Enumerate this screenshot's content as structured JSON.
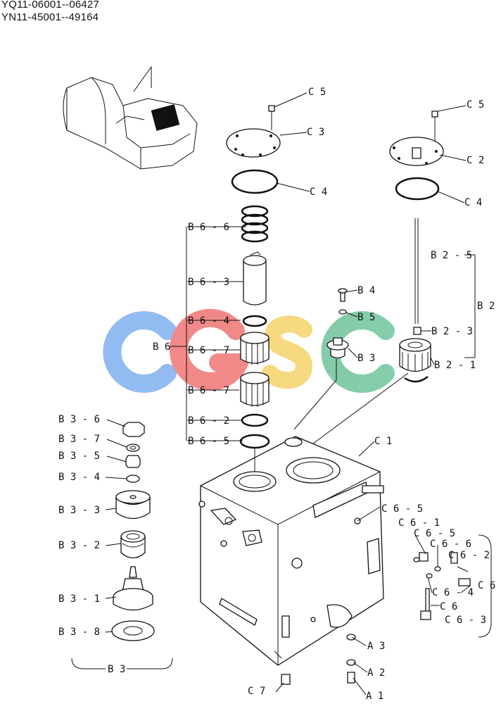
{
  "header": {
    "serial_line_1": "YQ11-06001--06427",
    "serial_line_2": "YN11-45001--49164"
  },
  "watermark": {
    "letters": [
      "C",
      "G",
      "S",
      "C"
    ],
    "colors": [
      "#7fb0f0",
      "#f07575",
      "#f5d36b",
      "#6fc49b"
    ]
  },
  "callouts": {
    "C5_left": "C 5",
    "C3": "C 3",
    "C4_left": "C 4",
    "C5_right": "C 5",
    "C2": "C 2",
    "C4_right": "C 4",
    "B6_6": "B 6 - 6",
    "B6_3": "B 6 - 3",
    "B6_4": "B 6 - 4",
    "B6_7a": "B 6 - 7",
    "B6_7b": "B 6 - 7",
    "B6_2": "B 6 - 2",
    "B6_5": "B 6 - 5",
    "B6": "B 6",
    "B4": "B 4",
    "B5": "B 5",
    "B3": "B 3",
    "B2_5": "B 2 - 5",
    "B2_3": "B 2 - 3",
    "B2_1": "B 2 - 1",
    "B2": "B 2",
    "C1": "C 1",
    "B3_6": "B 3 - 6",
    "B3_7": "B 3 - 7",
    "B3_5": "B 3 - 5",
    "B3_4": "B 3 - 4",
    "B3_3": "B 3 - 3",
    "B3_2": "B 3 - 2",
    "B3_1": "B 3 - 1",
    "B3_8": "B 3 - 8",
    "B3_group": "B 3",
    "C6_5a": "C 6 - 5",
    "C6_1": "C 6 - 1",
    "C6_5b": "C 6 - 5",
    "C6_6": "C 6 - 6",
    "C6_2": "C 6 - 2",
    "C6": "C 6",
    "C6_4": "C 6 - 4",
    "C6_3": "C 6 - 3",
    "C6_group": "C 6",
    "A3": "A 3",
    "A2": "A 2",
    "A1": "A 1",
    "C7": "C 7"
  }
}
